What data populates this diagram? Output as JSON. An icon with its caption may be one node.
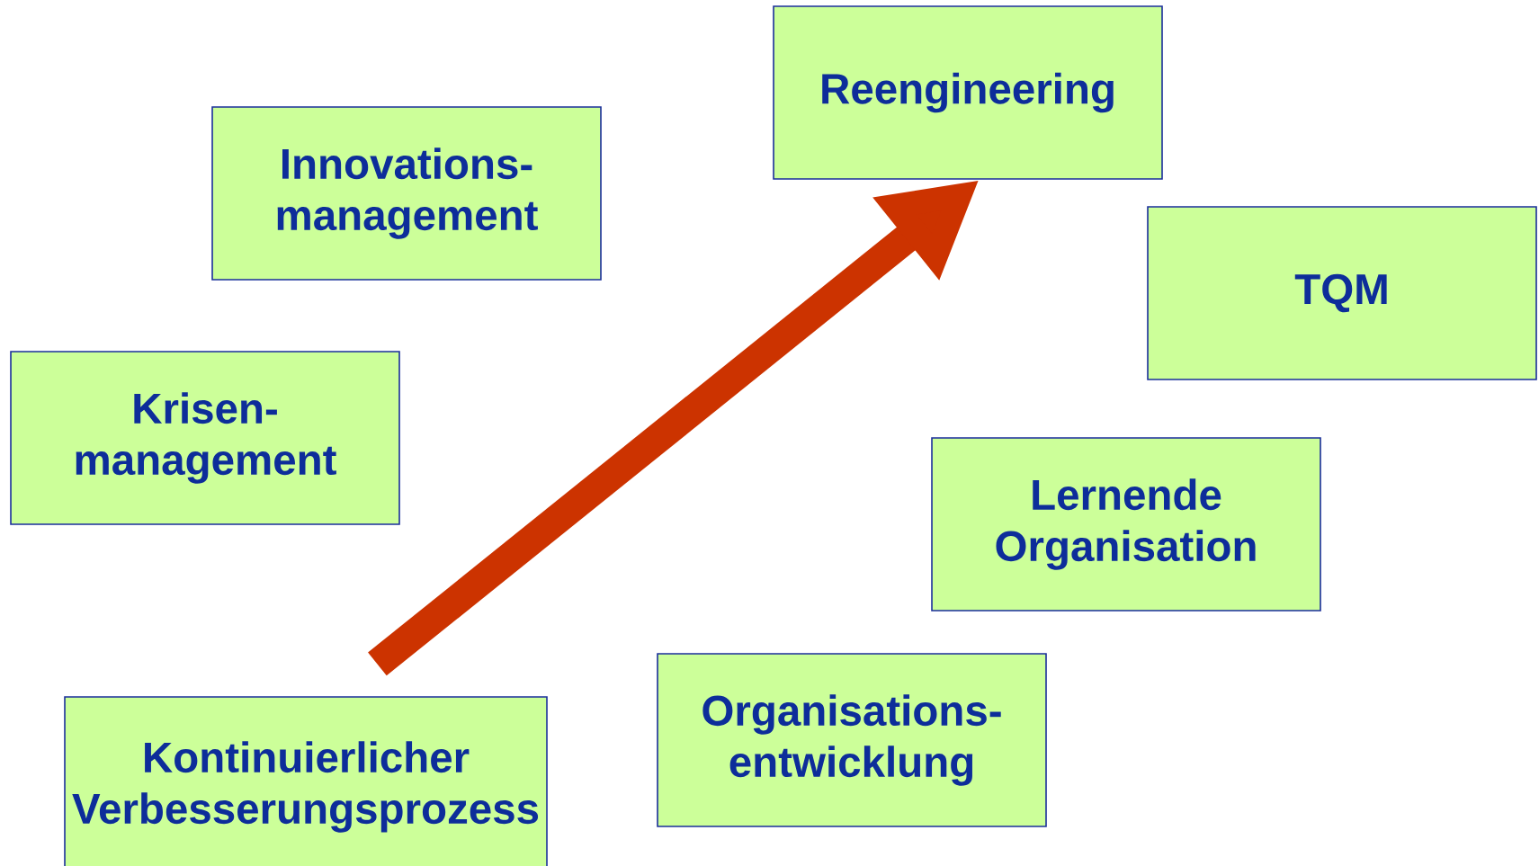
{
  "diagram": {
    "nodes": [
      {
        "text": [
          "Reengineering"
        ]
      },
      {
        "text": [
          "Innovations- management"
        ]
      },
      {
        "text": [
          "TQM"
        ]
      },
      {
        "text": [
          "Krisen- management"
        ]
      },
      {
        "text": [
          "Lernende Organisation"
        ]
      },
      {
        "text": [
          "Organisations- entwicklung"
        ]
      },
      {
        "text": [
          "Kontinuierlicher Verbesserungsprozess"
        ]
      }
    ],
    "edges": [
      {
        "from": 6,
        "to": 0,
        "arrow": "to",
        "color": "#cc3300"
      }
    ]
  }
}
